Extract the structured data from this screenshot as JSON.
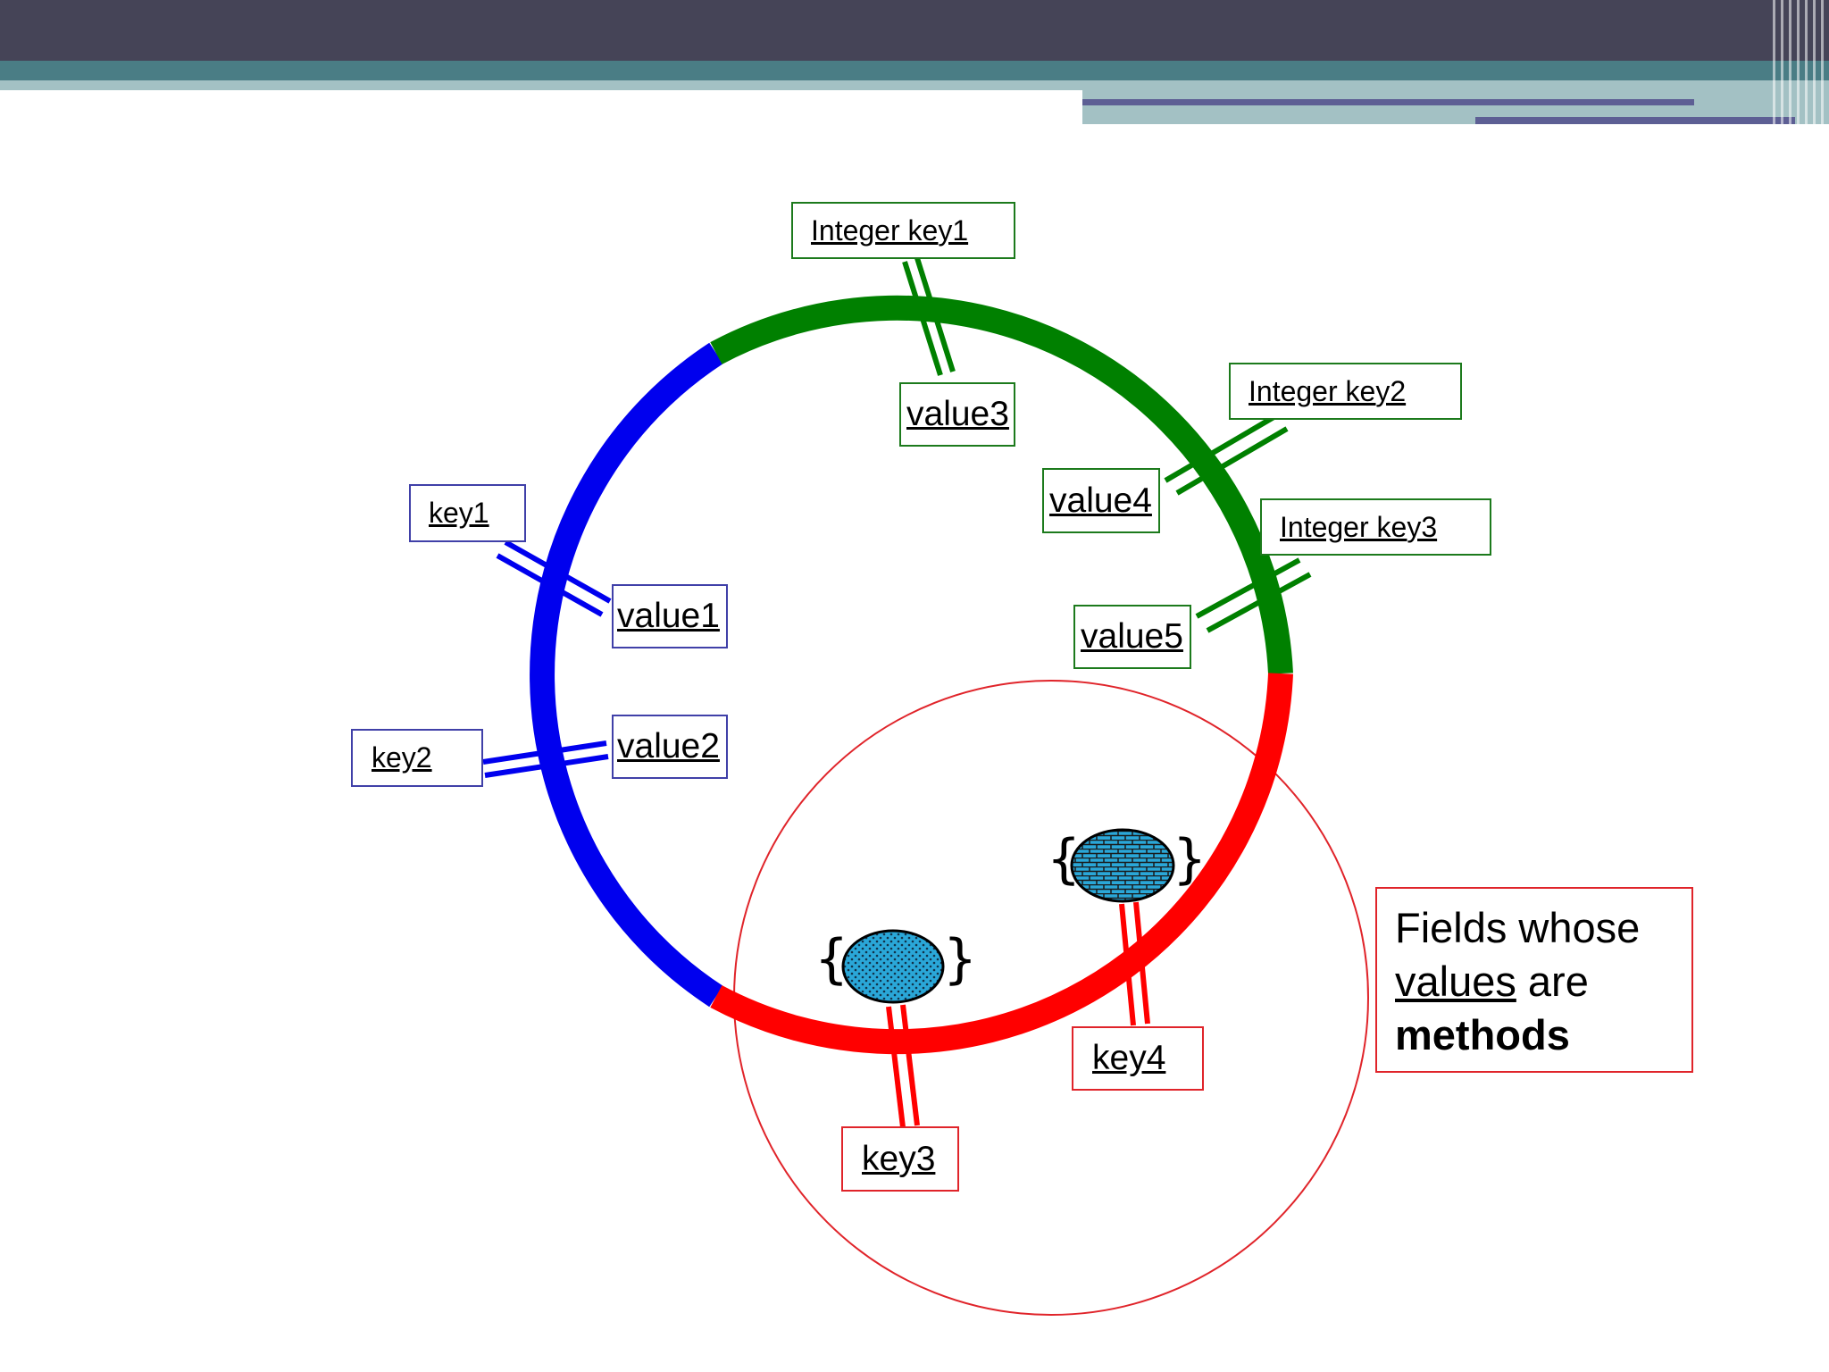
{
  "labels": {
    "integer_key1": "Integer key1",
    "integer_key2": "Integer key2",
    "integer_key3": "Integer key3",
    "value1": "value1",
    "value2": "value2",
    "value3": "value3",
    "value4": "value4",
    "value5": "value5",
    "key1": "key1",
    "key2": "key2",
    "key3": "key3",
    "key4": "key4",
    "brace_open": "{",
    "brace_close": "}"
  },
  "callout": {
    "line1": "Fields whose",
    "line2_underlined": "values",
    "line2_rest": " are",
    "line3": "methods"
  },
  "colors": {
    "blue_segment": "#0000ee",
    "green_segment": "#008000",
    "red_segment": "#ff0000",
    "method_fill": "#2aa7d8"
  }
}
